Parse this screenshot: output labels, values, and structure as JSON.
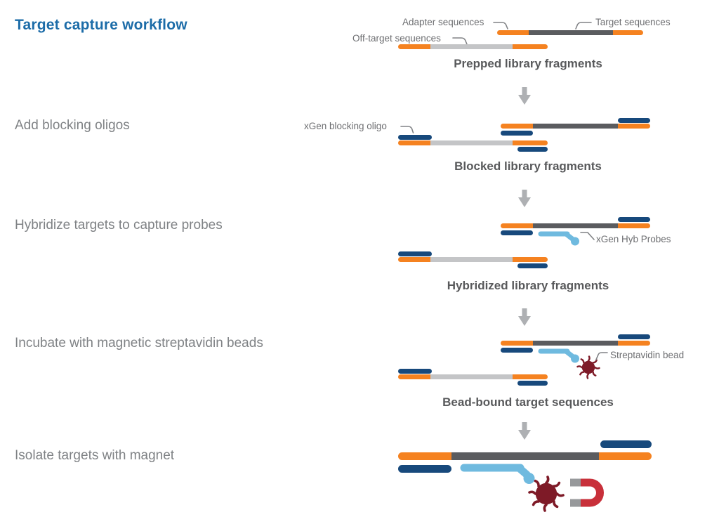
{
  "title": "Target capture workflow",
  "steps": [
    {
      "label": "Add blocking oligos"
    },
    {
      "label": "Hybridize targets to capture probes"
    },
    {
      "label": "Incubate with magnetic streptavidin beads"
    },
    {
      "label": "Isolate targets with magnet"
    }
  ],
  "stages": [
    {
      "caption": "Prepped library fragments"
    },
    {
      "caption": "Blocked library fragments"
    },
    {
      "caption": "Hybridized library fragments"
    },
    {
      "caption": "Bead-bound target sequences"
    }
  ],
  "annotations": {
    "adapter": "Adapter sequences",
    "target": "Target sequences",
    "off_target": "Off-target sequences",
    "blocking_oligo": "xGen blocking oligo",
    "hyb_probes": "xGen Hyb Probes",
    "streptavidin_bead": "Streptavidin bead"
  },
  "icons": {
    "down_arrow": "thick gray downward arrow",
    "hyb_probe": "light-blue bar with round biotin dot",
    "streptavidin_bead": "dark-red spiked circle",
    "magnet": "red horseshoe magnet with gray pole tips",
    "leader_line": "thin gray elbow pointer"
  },
  "colors": {
    "brand_blue": "#1C6CA8",
    "orange": "#F58220",
    "dark_gray": "#5B5C5F",
    "light_gray": "#C4C5C7",
    "navy": "#17497C",
    "light_blue": "#6FBADF",
    "maroon": "#7E1A27",
    "magnet_red": "#C8303A",
    "magnet_tip_gray": "#97999B",
    "arrow_gray": "#AEB0B3",
    "caption_gray": "#58595B",
    "step_gray": "#7F8285",
    "annotation_gray": "#6D6E71",
    "leader_gray": "#808285"
  }
}
